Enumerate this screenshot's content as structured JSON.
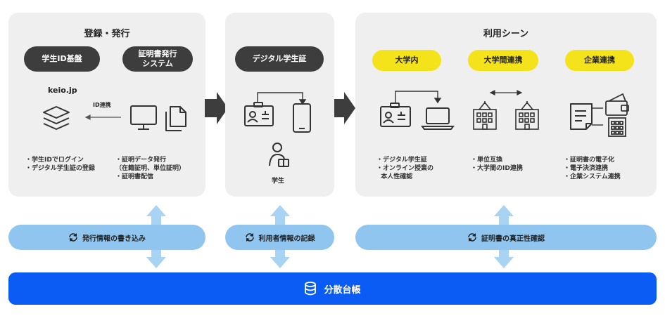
{
  "panels": {
    "issue": {
      "title": "登録・発行",
      "pill_left": "学生ID基盤",
      "pill_right": "証明書発行\nシステム",
      "keio": "keio.jp",
      "id_link": "ID連携",
      "bullets_left": [
        "・学生IDでログイン",
        "・デジタル学生証の登録"
      ],
      "bullets_right": [
        "・証明データ発行",
        "（在籍証明、単位証明）",
        "・証明書配信"
      ]
    },
    "card": {
      "pill": "デジタル学生証",
      "student": "学生"
    },
    "use": {
      "title": "利用シーン",
      "pills": [
        "大学内",
        "大学間連携",
        "企業連携"
      ],
      "bullets_1": [
        "・デジタル学生証",
        "・オンライン授業の",
        "  本人性確認"
      ],
      "bullets_2": [
        "・単位互換",
        "・大学間のID連携"
      ],
      "bullets_3": [
        "・証明書の電子化",
        "・電子決済連携",
        "・企業システム連携"
      ]
    }
  },
  "bands": [
    "発行情報の書き込み",
    "利用者情報の記録",
    "証明書の真正性確認"
  ],
  "ledger": "分散台帳",
  "colors": {
    "panel": "#efefef",
    "dark_pill": "#3d3d3d",
    "yellow_pill": "#f4e21b",
    "band": "#8fc5ee",
    "arrow": "#a9d3f2",
    "ledger": "#0a5cf5"
  }
}
